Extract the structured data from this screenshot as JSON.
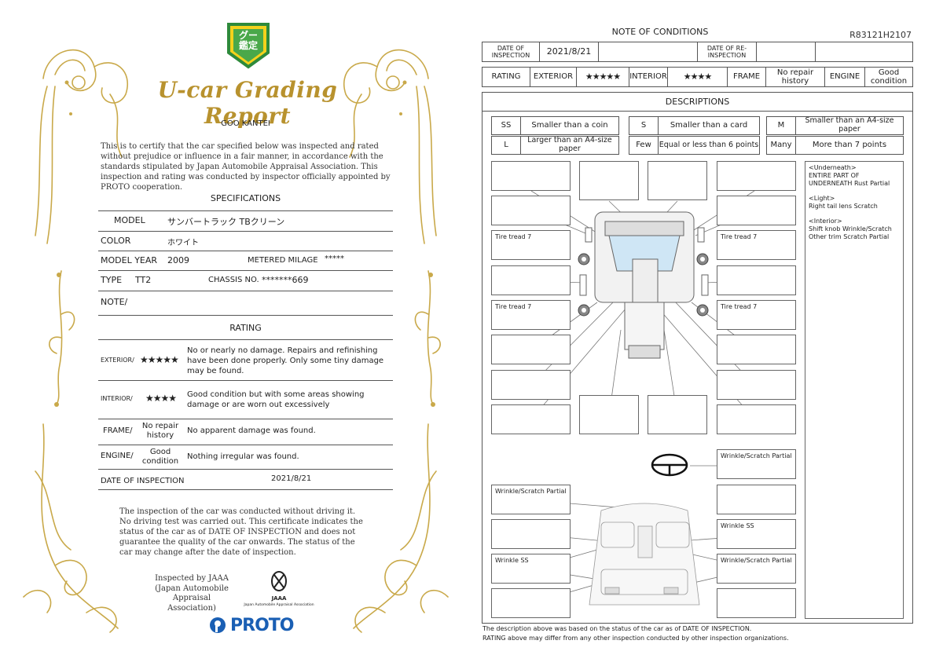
{
  "report": {
    "title": "U-car Grading Report",
    "subtitle": "GOO KANTEI",
    "badge_text": "グー 鑑定",
    "intro": "This is to certify that the car specified below was inspected and rated without prejudice or influence in a fair manner, in accordance with the standards stipulated by Japan Automobile Appraisal Association. This inspection and rating was conducted by inspector officially appointed by PROTO cooperation.",
    "specs_heading": "SPECIFICATIONS",
    "specs": {
      "model_label": "MODEL",
      "model": "サンバートラック TBクリーン",
      "color_label": "COLOR",
      "color": "ホワイト",
      "year_label": "MODEL YEAR",
      "year": "2009",
      "mileage_label": "METERED MILAGE",
      "mileage": "*****",
      "type_label": "TYPE",
      "type": "TT2",
      "chassis_label": "CHASSIS NO.",
      "chassis": "*******669",
      "note_label": "NOTE/"
    },
    "rating_heading": "RATING",
    "rating": {
      "exterior_label": "EXTERIOR/",
      "exterior_stars": "★★★★★",
      "exterior_desc": "No or nearly no damage. Repairs and refinishing have been done properly. Only some tiny damage may be found.",
      "interior_label": "INTERIOR/",
      "interior_stars": "★★★★",
      "interior_desc": "Good condition but with some areas showing damage or are worn out excessively",
      "frame_label": "FRAME/",
      "frame_value": "No repair history",
      "frame_desc": "No apparent damage was found.",
      "engine_label": "ENGINE/",
      "engine_value": "Good condition",
      "engine_desc": "Nothing irregular was found.",
      "date_label": "DATE OF INSPECTION",
      "date": "2021/8/21"
    },
    "disclaimer": "The inspection of the car was conducted without driving it. No driving test was carried out. This certificate indicates the status of the car as of DATE OF INSPECTION and does not guarantee the quality of the car onwards. The status of the car may change after the date of inspection.",
    "inspected_by": "Inspected by JAAA (Japan Automobile Appraisal Association)",
    "jaaa_logo_text": "JAAA",
    "jaaa_logo_sub": "Japan Automobile Appraisal Association",
    "proto_logo_text": "PROTO"
  },
  "conditions": {
    "title": "NOTE OF CONDITIONS",
    "ref_code": "R83121H2107",
    "row1": {
      "date_label": "DATE OF INSPECTION",
      "date": "2021/8/21",
      "reinspect_label": "DATE OF RE-INSPECTION"
    },
    "row2": {
      "rating_label": "RATING",
      "exterior_label": "EXTERIOR",
      "exterior": "★★★★★",
      "interior_label": "INTERIOR",
      "interior": "★★★★",
      "frame_label": "FRAME",
      "frame": "No repair history",
      "engine_label": "ENGINE",
      "engine": "Good condition"
    },
    "descriptions_heading": "DESCRIPTIONS",
    "legend": [
      {
        "code": "SS",
        "text": "Smaller than a coin"
      },
      {
        "code": "S",
        "text": "Smaller than a card"
      },
      {
        "code": "M",
        "text": "Smaller than an A4-size paper"
      },
      {
        "code": "L",
        "text": "Larger than an A4-size paper"
      },
      {
        "code": "Few",
        "text": "Equal or less than 6 points"
      },
      {
        "code": "Many",
        "text": "More than 7 points"
      }
    ],
    "notes": {
      "underneath_h": "<Underneath>",
      "underneath": "ENTIRE PART OF UNDERNEATH  Rust  Partial",
      "light_h": "<Light>",
      "light": "Right tail lens  Scratch",
      "interior_h": "<Interior>",
      "interior1": "Shift knob  Wrinkle/Scratch",
      "interior2": "Other trim  Scratch  Partial"
    },
    "boxes": {
      "tire_fl": "Tire tread  7",
      "tire_fr": "Tire tread  7",
      "tire_rl": "Tire tread  7",
      "tire_rr": "Tire tread  7",
      "steering": "Wrinkle/Scratch  Partial",
      "int_left1": "Wrinkle/Scratch  Partial",
      "int_right1": "Wrinkle  SS",
      "int_left2": "Wrinkle  SS",
      "int_right2": "Wrinkle/Scratch  Partial"
    },
    "footer1": "The description above was based on the status of the car as of  DATE OF INSPECTION.",
    "footer2": "RATING above may differ from any other inspection conducted by other inspection organizations."
  }
}
